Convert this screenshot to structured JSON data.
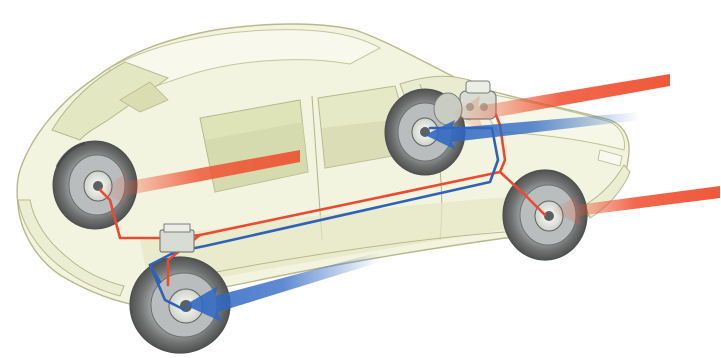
{
  "illustration": {
    "subject": "car-brake-circuit",
    "colors": {
      "background": "#ffffff",
      "body_outline": "#b7b98b",
      "body_fill": "#f3f4df",
      "body_shade": "#e5e7c4",
      "window_fill": "#e4e8c2",
      "window_shade": "#cfd4a8",
      "tire_outer": "#6e6f6f",
      "tire_mid": "#b9bdbd",
      "hub": "#e9ebe4",
      "hub_dark": "#5d6060",
      "circuit_red": "#ea4a30",
      "circuit_blue": "#2e62ba",
      "arrow_red": "#ef4f2f",
      "arrow_blue": "#2e67c3",
      "component": "#d9dcd2",
      "component_dark": "#7a7e79"
    },
    "wheels": [
      "rear-left-wheel",
      "front-left-wheel",
      "front-right-wheel",
      "rear-right-wheel"
    ],
    "circuits": [
      "red-brake-circuit",
      "blue-brake-circuit"
    ],
    "arrows": [
      "red-air-arrow",
      "blue-air-arrow"
    ]
  }
}
